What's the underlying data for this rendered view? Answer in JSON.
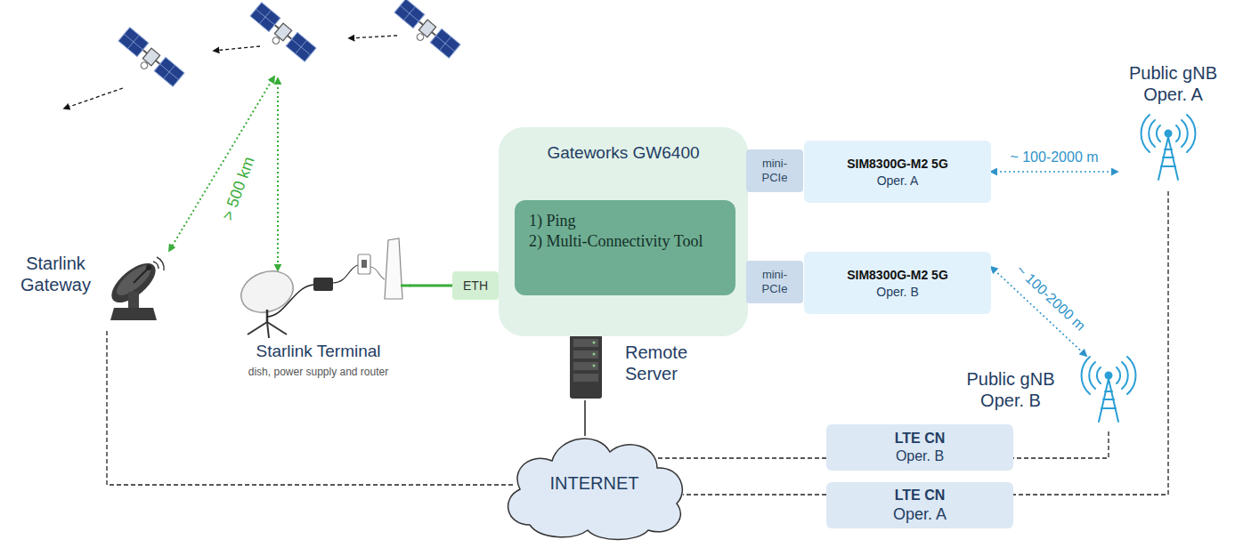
{
  "diagram": {
    "nodes": [
      {
        "text": [
          "Starlink Gateway"
        ]
      },
      {
        "text": [
          "Starlink Terminal",
          "dish, power supply and router"
        ]
      },
      {
        "text": [
          "Gateworks GW6400"
        ]
      },
      {
        "text": [
          "1) Ping",
          "2) Multi-Connectivity Tool"
        ],
        "in": 2
      },
      {
        "text": [
          "ETH"
        ]
      },
      {
        "text": [
          "mini-PCIe"
        ]
      },
      {
        "text": [
          "SIM8300G-M2 5G",
          "Oper. A"
        ]
      },
      {
        "text": [
          "mini-PCIe"
        ]
      },
      {
        "text": [
          "SIM8300G-M2 5G",
          "Oper. B"
        ]
      },
      {
        "text": [
          "Public gNB Oper. A"
        ]
      },
      {
        "text": [
          "Public gNB Oper. B"
        ]
      },
      {
        "text": [
          "Remote Server"
        ]
      },
      {
        "text": [
          "INTERNET"
        ]
      },
      {
        "text": [
          "LTE CN",
          "Oper. B"
        ]
      },
      {
        "text": [
          "LTE CN",
          "Oper. A"
        ]
      }
    ],
    "edges": [
      {
        "from": 1,
        "to": 4,
        "arrow": "none"
      },
      {
        "from": 6,
        "to": 9,
        "arrow": "both",
        "label": "~ 100-2000 m"
      },
      {
        "from": 8,
        "to": 10,
        "arrow": "both",
        "label": "~ 100-2000 m"
      },
      {
        "from": 9,
        "to": 14,
        "arrow": "none"
      },
      {
        "from": 10,
        "to": 13,
        "arrow": "none"
      },
      {
        "from": 13,
        "to": 12,
        "arrow": "none"
      },
      {
        "from": 14,
        "to": 12,
        "arrow": "none"
      },
      {
        "from": 11,
        "to": 12,
        "arrow": "none"
      },
      {
        "from": 0,
        "to": 12,
        "arrow": "none"
      }
    ],
    "labels": [
      "> 500 km"
    ]
  }
}
